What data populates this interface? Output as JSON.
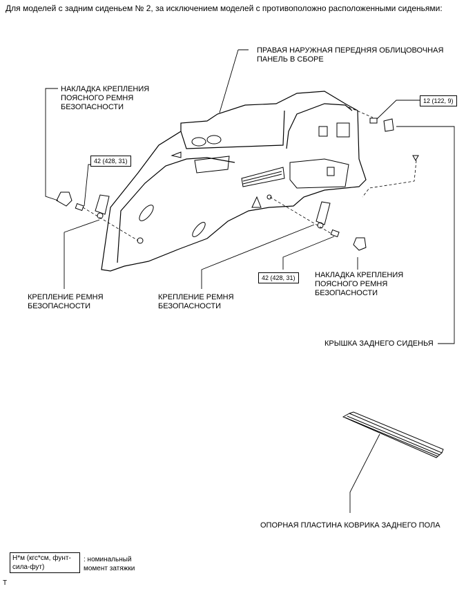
{
  "header": "Для моделей с задним сиденьем № 2, за исключением моделей с противоположно расположенными сиденьями:",
  "labels": {
    "right_panel": "ПРАВАЯ НАРУЖНАЯ ПЕРЕДНЯЯ ОБЛИЦОВОЧНАЯ\nПАНЕЛЬ В СБОРЕ",
    "lap_belt_cover_left": "НАКЛАДКА КРЕПЛЕНИЯ\nПОЯСНОГО РЕМНЯ\nБЕЗОПАСНОСТИ",
    "lap_belt_cover_right": "НАКЛАДКА КРЕПЛЕНИЯ\nПОЯСНОГО РЕМНЯ\nБЕЗОПАСНОСТИ",
    "belt_anchor_left": "КРЕПЛЕНИЕ РЕМНЯ\nБЕЗОПАСНОСТИ",
    "belt_anchor_mid": "КРЕПЛЕНИЕ РЕМНЯ\nБЕЗОПАСНОСТИ",
    "rear_seat_cover": "КРЫШКА ЗАДНЕГО СИДЕНЬЯ",
    "floor_plate": "ОПОРНАЯ ПЛАСТИНА КОВРИКА ЗАДНЕГО ПОЛА"
  },
  "torque": {
    "upper_right": "12 (122, 9)",
    "left": "42 (428, 31)",
    "lower_right": "42 (428, 31)"
  },
  "legend": {
    "box": "Н*м (кгс*см, фунт-\nсила-фут)",
    "note": ": номинальный\nмомент затяжки"
  },
  "corner_mark": "T"
}
